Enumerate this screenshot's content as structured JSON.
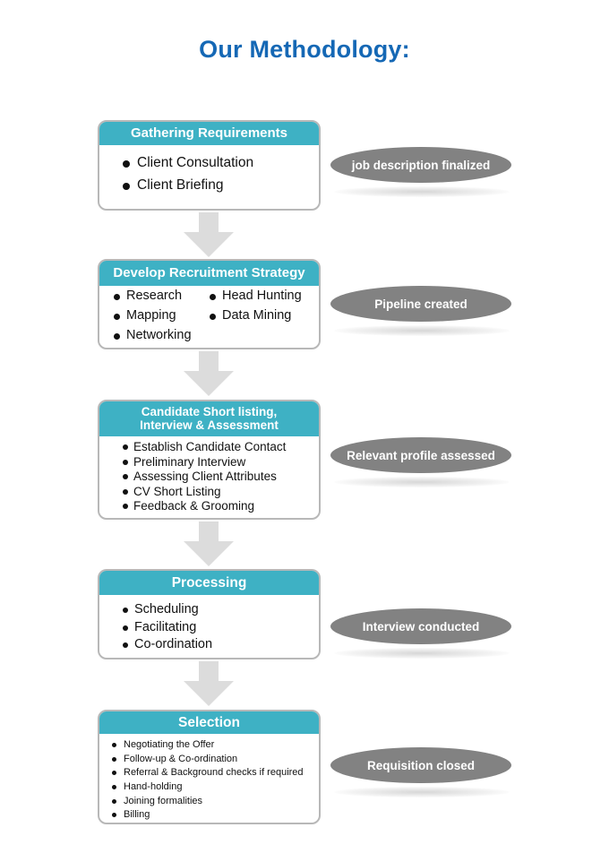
{
  "title": "Our Methodology:",
  "steps": [
    {
      "heading": "Gathering Requirements",
      "items": [
        "Client Consultation",
        "Client Briefing"
      ],
      "outcome": "job description finalized"
    },
    {
      "heading": "Develop Recruitment Strategy",
      "items_col1": [
        "Research",
        "Mapping",
        "Networking"
      ],
      "items_col2": [
        "Head Hunting",
        "Data Mining"
      ],
      "outcome": "Pipeline created"
    },
    {
      "heading_line1": "Candidate Short listing,",
      "heading_line2": "Interview & Assessment",
      "items": [
        "Establish Candidate Contact",
        "Preliminary Interview",
        "Assessing Client Attributes",
        "CV Short Listing",
        "Feedback & Grooming"
      ],
      "outcome": "Relevant profile assessed"
    },
    {
      "heading": "Processing",
      "items": [
        "Scheduling",
        "Facilitating",
        "Co-ordination"
      ],
      "outcome": "Interview conducted"
    },
    {
      "heading": "Selection",
      "items": [
        "Negotiating the Offer",
        "Follow-up & Co-ordination",
        "Referral & Background checks if required",
        "Hand-holding",
        "Joining formalities",
        "Billing"
      ],
      "outcome": "Requisition closed"
    }
  ],
  "colors": {
    "title": "#1568b5",
    "header": "#3eb1c4",
    "pill": "#828282",
    "arrow": "#dcdcdc",
    "border": "#b8b8b8"
  },
  "icons": {
    "connector": "down-arrow-icon",
    "bullet": "bullet-dot-icon"
  }
}
